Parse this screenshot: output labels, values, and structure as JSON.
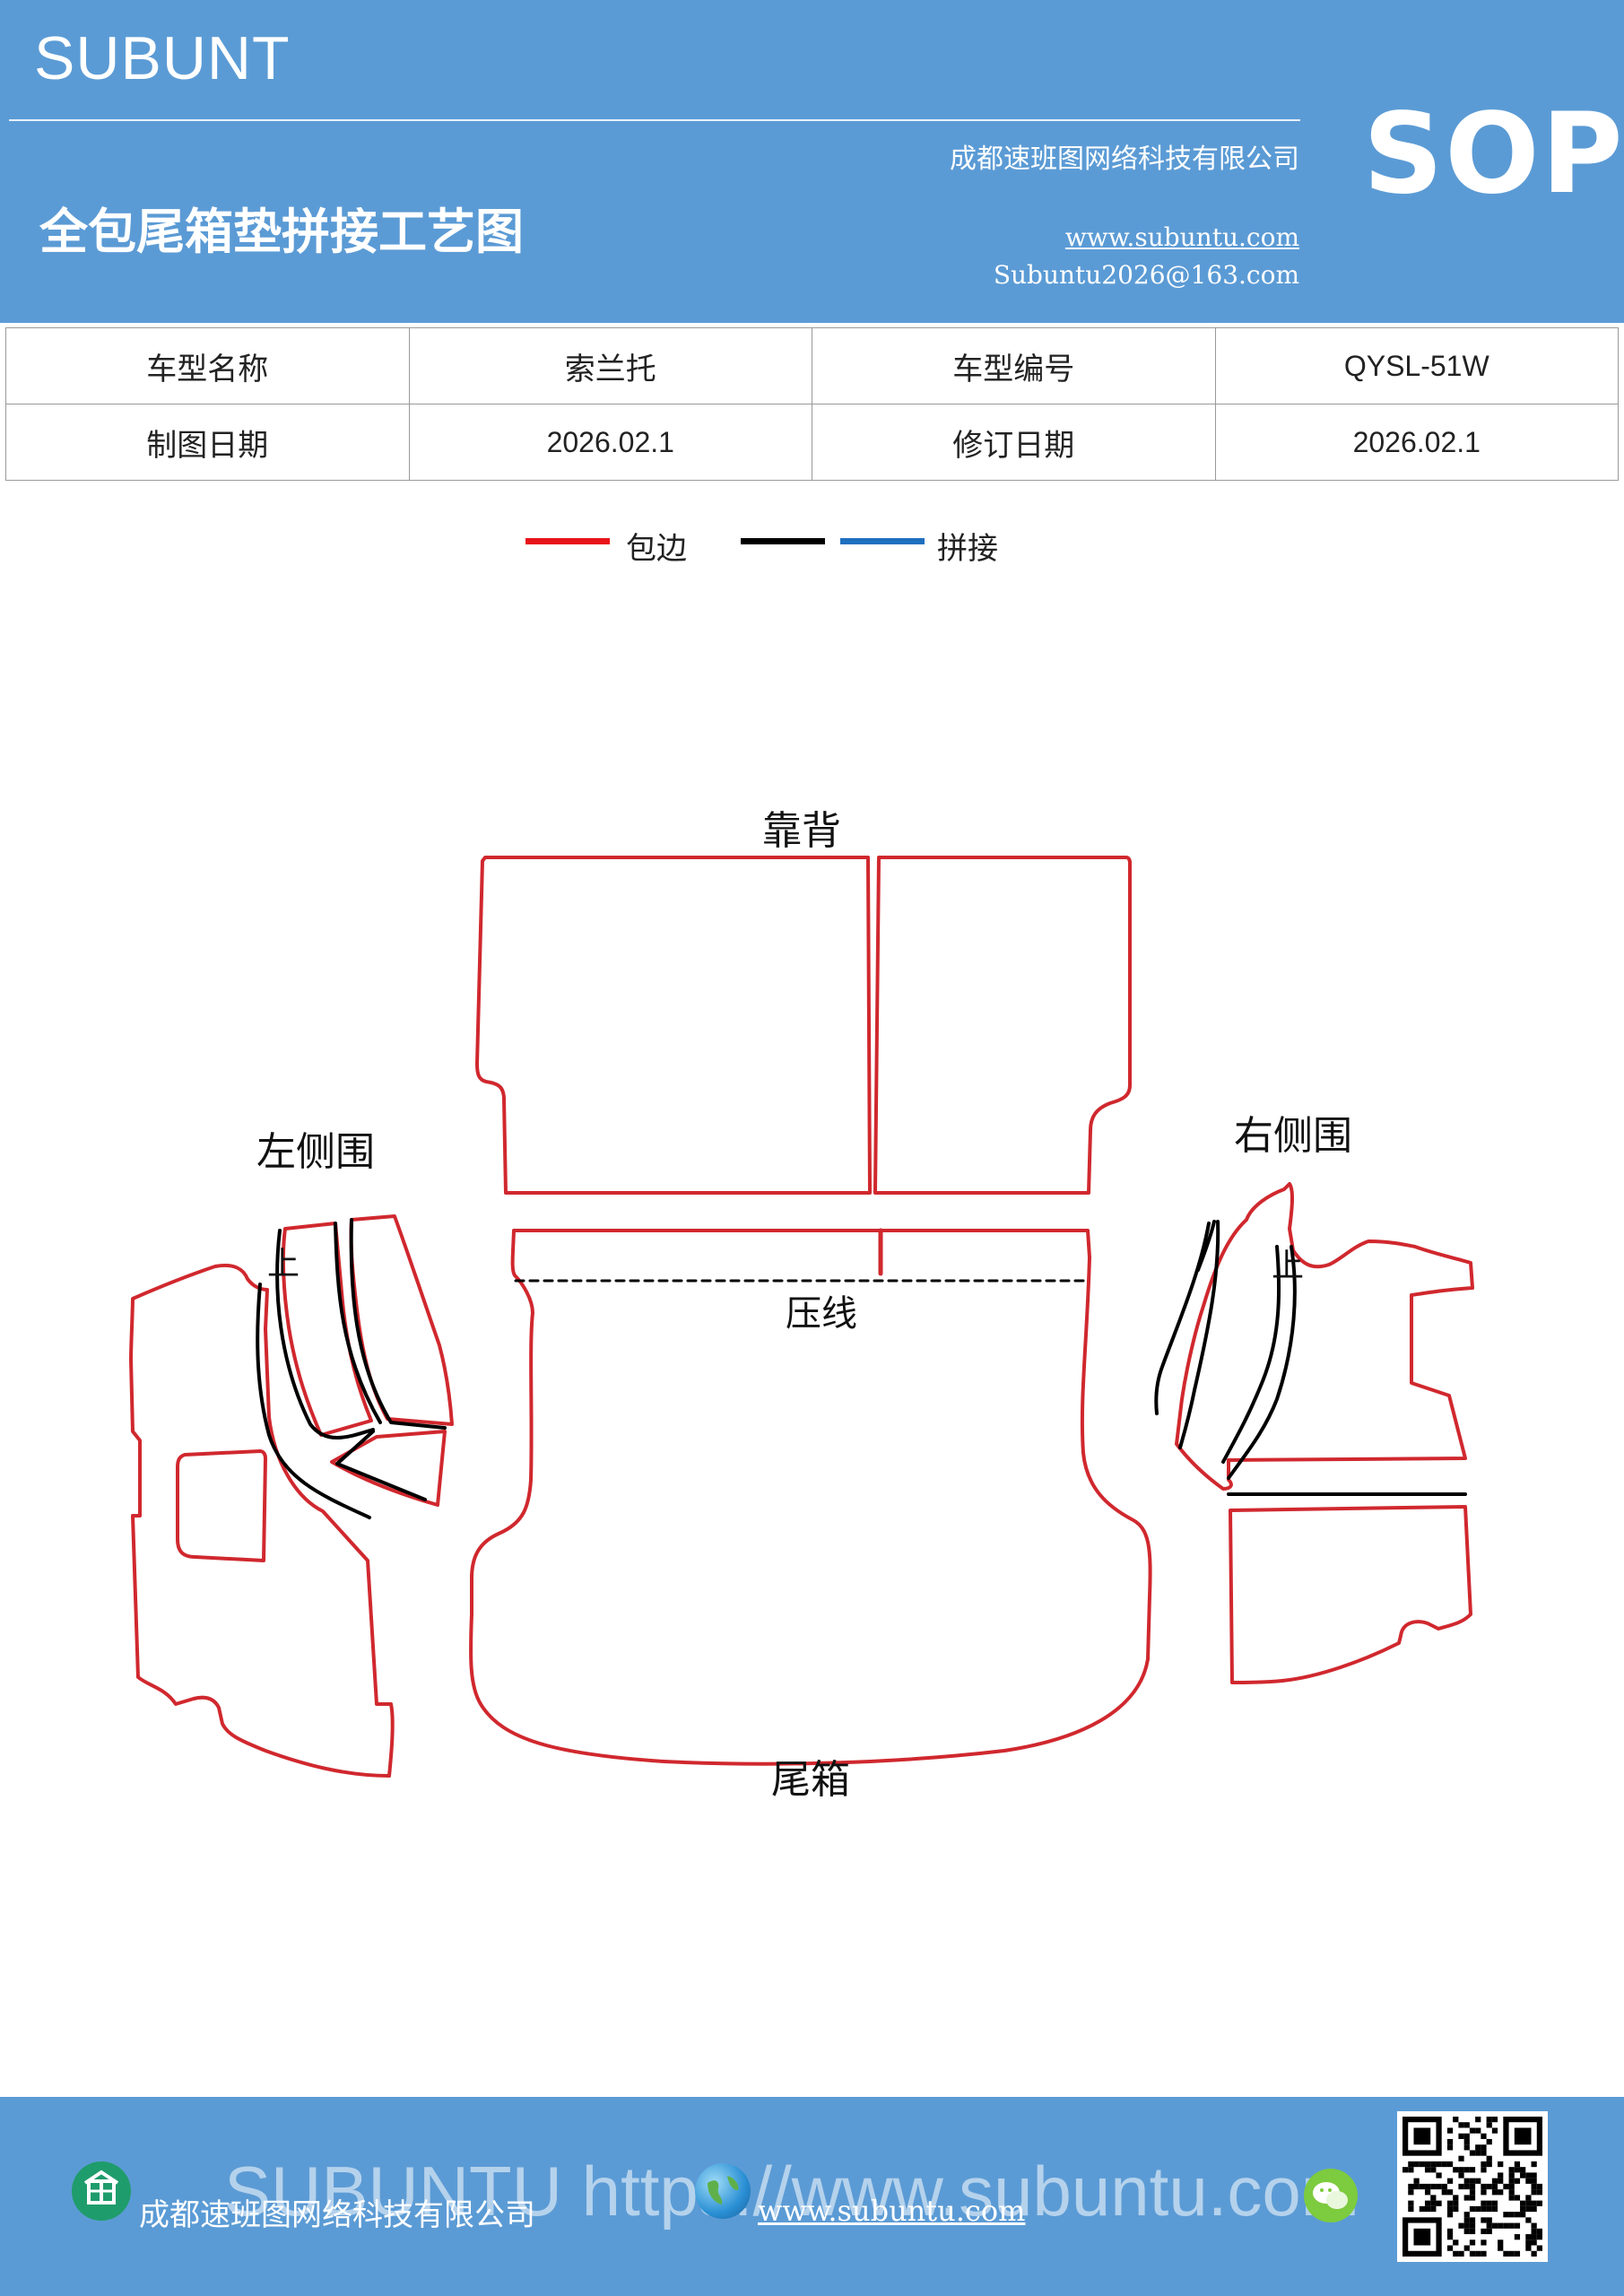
{
  "header": {
    "brand": "SUBUNT",
    "title": "全包尾箱垫拼接工艺图",
    "company": "成都速班图网络科技有限公司",
    "website": "www.subuntu.com",
    "email": "Subuntu2026@163.com",
    "sop": "SOP"
  },
  "info": {
    "row1": {
      "label1": "车型名称",
      "value1": "索兰托",
      "label2": "车型编号",
      "value2": "QYSL-51W"
    },
    "row2": {
      "label1": "制图日期",
      "value1": "2026.02.1",
      "label2": "修订日期",
      "value2": "2026.02.1"
    }
  },
  "legend": {
    "wrap_label": "包边",
    "splice_label": "拼接",
    "wrap_color": "#e8141b",
    "black_color": "#000000",
    "splice_color": "#1f6fbf"
  },
  "diagram": {
    "backrest": "靠背",
    "left_side": "左侧围",
    "right_side": "右侧围",
    "left_up": "上",
    "right_up": "上",
    "crease": "压线",
    "trunk": "尾箱",
    "edge_color": "#d0282e",
    "seam_color": "#000000"
  },
  "footer": {
    "watermark": "SUBUNTU https://www.subuntu.com",
    "company": "成都速班图网络科技有限公司",
    "website": "www.subuntu.com",
    "qr_icon": "qr-code-icon",
    "home_icon": "building-icon",
    "globe_icon": "globe-icon",
    "wechat_icon": "wechat-icon"
  }
}
